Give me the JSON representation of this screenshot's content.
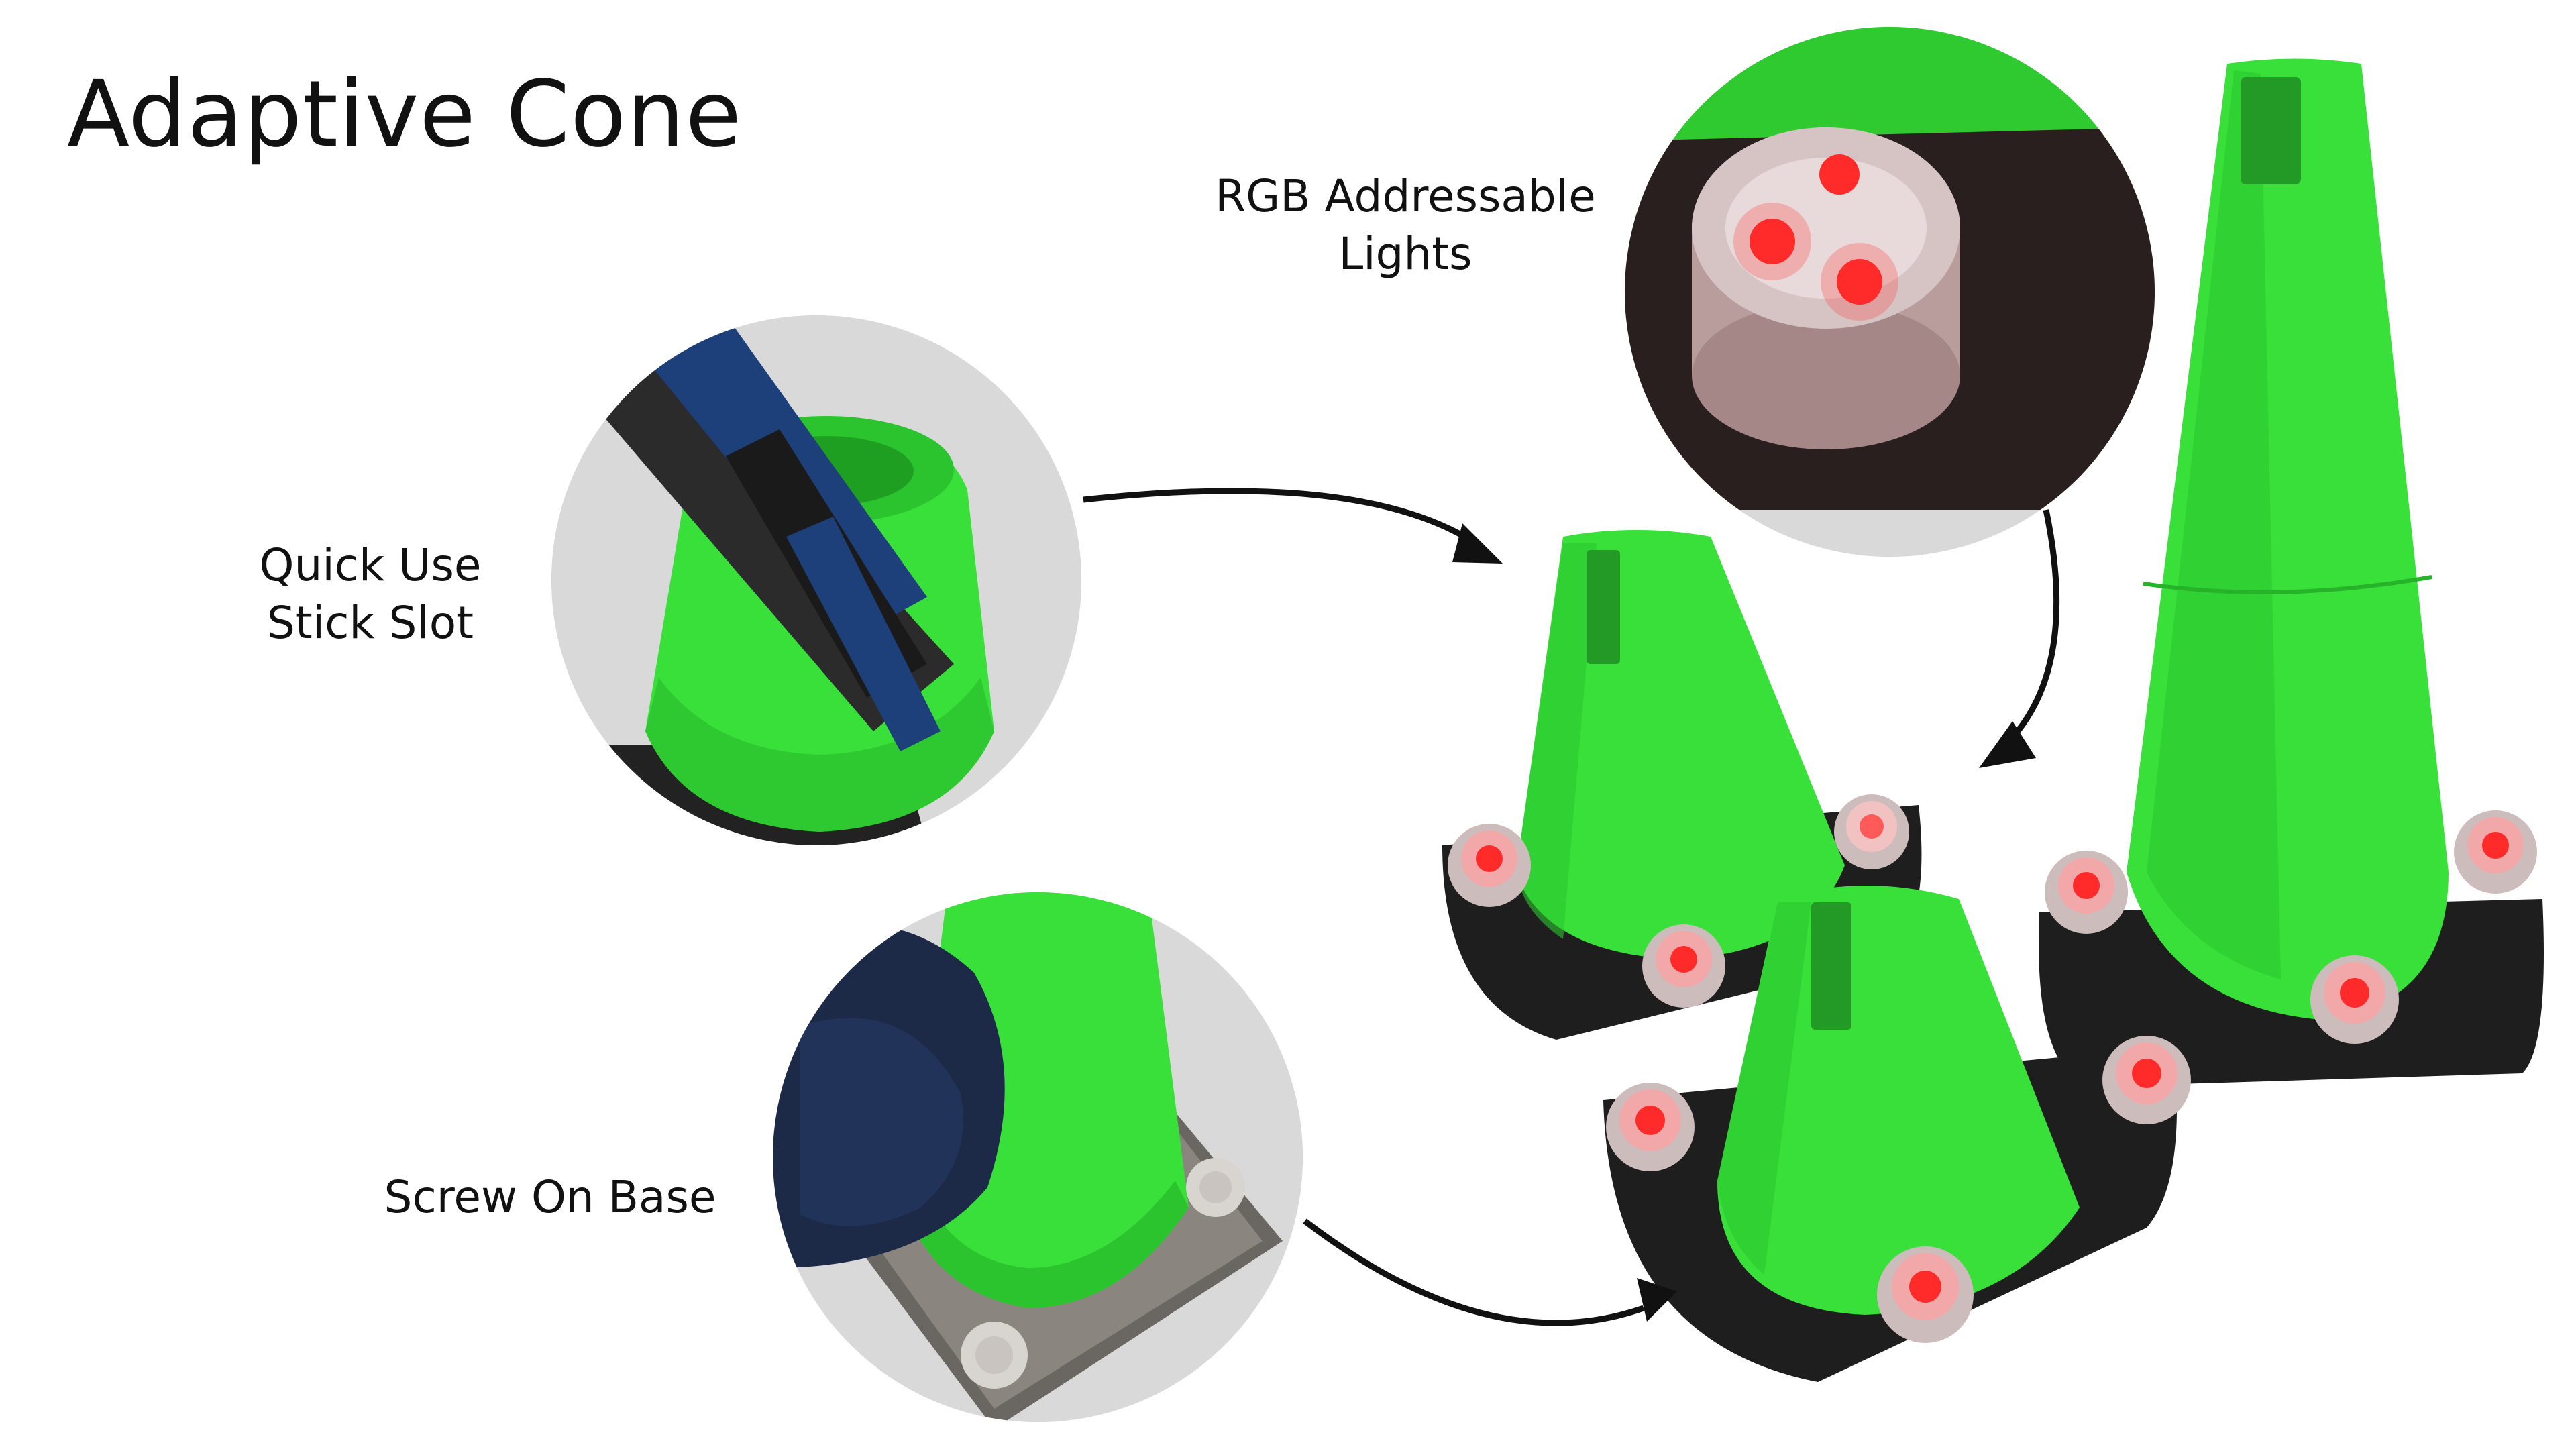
{
  "title": "Adaptive Cone",
  "callouts": {
    "stick_slot": {
      "line1": "Quick Use",
      "line2": "Stick Slot"
    },
    "rgb_lights": {
      "line1": "RGB Addressable",
      "line2": "Lights"
    },
    "screw_base": {
      "line1": "Screw On Base"
    }
  },
  "colors": {
    "cone_green": "#39e03a",
    "cone_green_dark": "#20a524",
    "base_black": "#1e1e1e",
    "led_red": "#ff2a2a",
    "circle_bg": "#d9d9d9"
  }
}
